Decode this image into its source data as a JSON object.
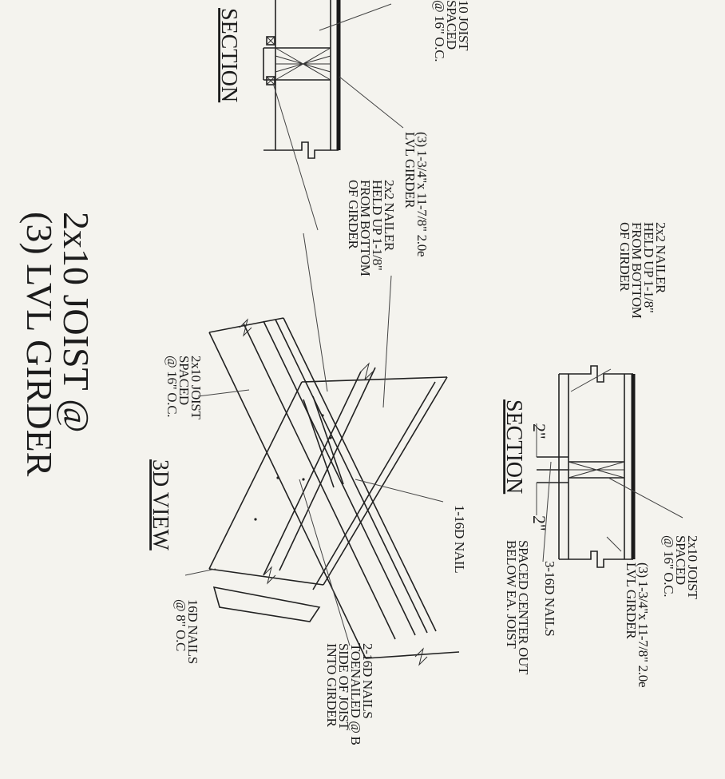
{
  "title": {
    "line1": "2x10 JOIST @",
    "line2": "(3) LVL GIRDER"
  },
  "headings": {
    "section_top": "SECTION",
    "section_mid": "SECTION",
    "view_3d": "3D VIEW"
  },
  "dimensions": {
    "left": "2\"",
    "right": "2\""
  },
  "notes": {
    "joist_top": [
      "10 JOIST",
      "SPACED",
      "@ 16\" O.C."
    ],
    "lvl_top": [
      "(3) 1-3/4\"x 11-7/8\"  2.0e",
      "LVL GIRDER"
    ],
    "nailer_top": [
      "2x2 NAILER",
      "HELD UP 1-1/8\"",
      "FROM BOTTOM",
      "OF GIRDER"
    ],
    "nailer_mid": [
      "2x2 NAILER",
      "HELD UP 1-1/8\"",
      "FROM BOTTOM",
      "OF GIRDER"
    ],
    "joist_mid": [
      "2x10 JOIST",
      "SPACED",
      "@ 16\" O.C."
    ],
    "lvl_mid": [
      "(3) 1-3/4\"x 11-7/8\"  2.0e",
      "LVL GIRDER"
    ],
    "nails_3": [
      "3-16D NAILS",
      "SPACED CENTER OUT",
      "BELOW EA. JOIST"
    ],
    "joist_3d": [
      "2x10 JOIST",
      "SPACED",
      "@ 16\" O.C."
    ],
    "nail_1": [
      "1-16D NAIL"
    ],
    "nails_8": [
      "16D NAILS",
      "@ 8\" O.C"
    ],
    "toenail": [
      "2-16D NAILS",
      "TOENAILED @ B",
      "SIDE OF JOIST",
      "INTO GIRDER"
    ]
  }
}
